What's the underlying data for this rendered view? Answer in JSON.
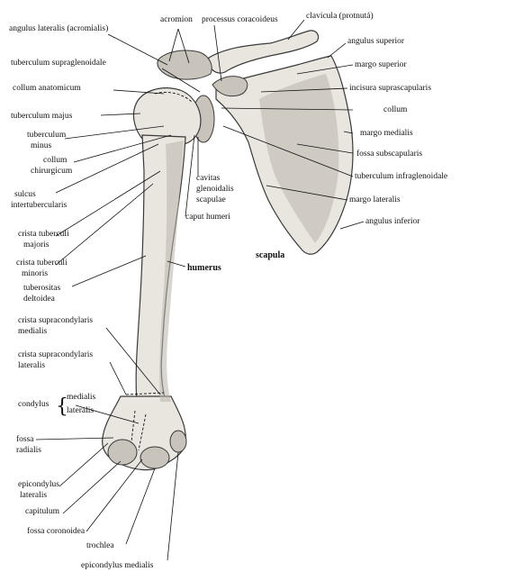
{
  "labels": {
    "angulus_lateralis": "angulus lateralis (acromialis)",
    "acromion": "acromion",
    "processus_coracoideus": "processus coracoideus",
    "clavicula": "clavicula (protnutá)",
    "angulus_superior": "angulus superior",
    "tuberculum_supraglenoidale": "tuberculum supraglenoidale",
    "margo_superior": "margo superior",
    "collum_anatomicum": "collum anatomicum",
    "incisura_suprascapularis": "incisura suprascapularis",
    "tuberculum_majus": "tuberculum majus",
    "collum": "collum",
    "tuberculum_minus_1": "tuberculum",
    "tuberculum_minus_2": "minus",
    "margo_medialis": "margo medialis",
    "collum_chirurgicum_1": "collum",
    "collum_chirurgicum_2": "chirurgicum",
    "fossa_subscapularis": "fossa subscapularis",
    "tuberculum_infraglenoidale": "tuberculum infraglenoidale",
    "cavitas_1": "cavitas",
    "cavitas_2": "glenoidalis",
    "cavitas_3": "scapulae",
    "sulcus_1": "sulcus",
    "sulcus_2": "intertubercularis",
    "margo_lateralis": "margo lateralis",
    "caput_humeri": "caput humeri",
    "angulus_inferior": "angulus inferior",
    "crista_majoris_1": "crista tuberculi",
    "crista_majoris_2": "majoris",
    "scapula": "scapula",
    "crista_minoris_1": "crista tuberculi",
    "crista_minoris_2": "minoris",
    "humerus": "humerus",
    "tuberositas_1": "tuberositas",
    "tuberositas_2": "deltoidea",
    "crista_sup_med_1": "crista supracondylaris",
    "crista_sup_med_2": "medialis",
    "crista_sup_lat_1": "crista supracondylaris",
    "crista_sup_lat_2": "lateralis",
    "condylus": "condylus",
    "medialis": "medialis",
    "lateralis": "lateralis",
    "fossa_radialis_1": "fossa",
    "fossa_radialis_2": "radialis",
    "epicondylus_lateralis_1": "epicondylus",
    "epicondylus_lateralis_2": "lateralis",
    "capitulum": "capitulum",
    "fossa_coronoidea": "fossa coronoidea",
    "trochlea": "trochlea",
    "epicondylus_medialis": "epicondylus medialis"
  }
}
